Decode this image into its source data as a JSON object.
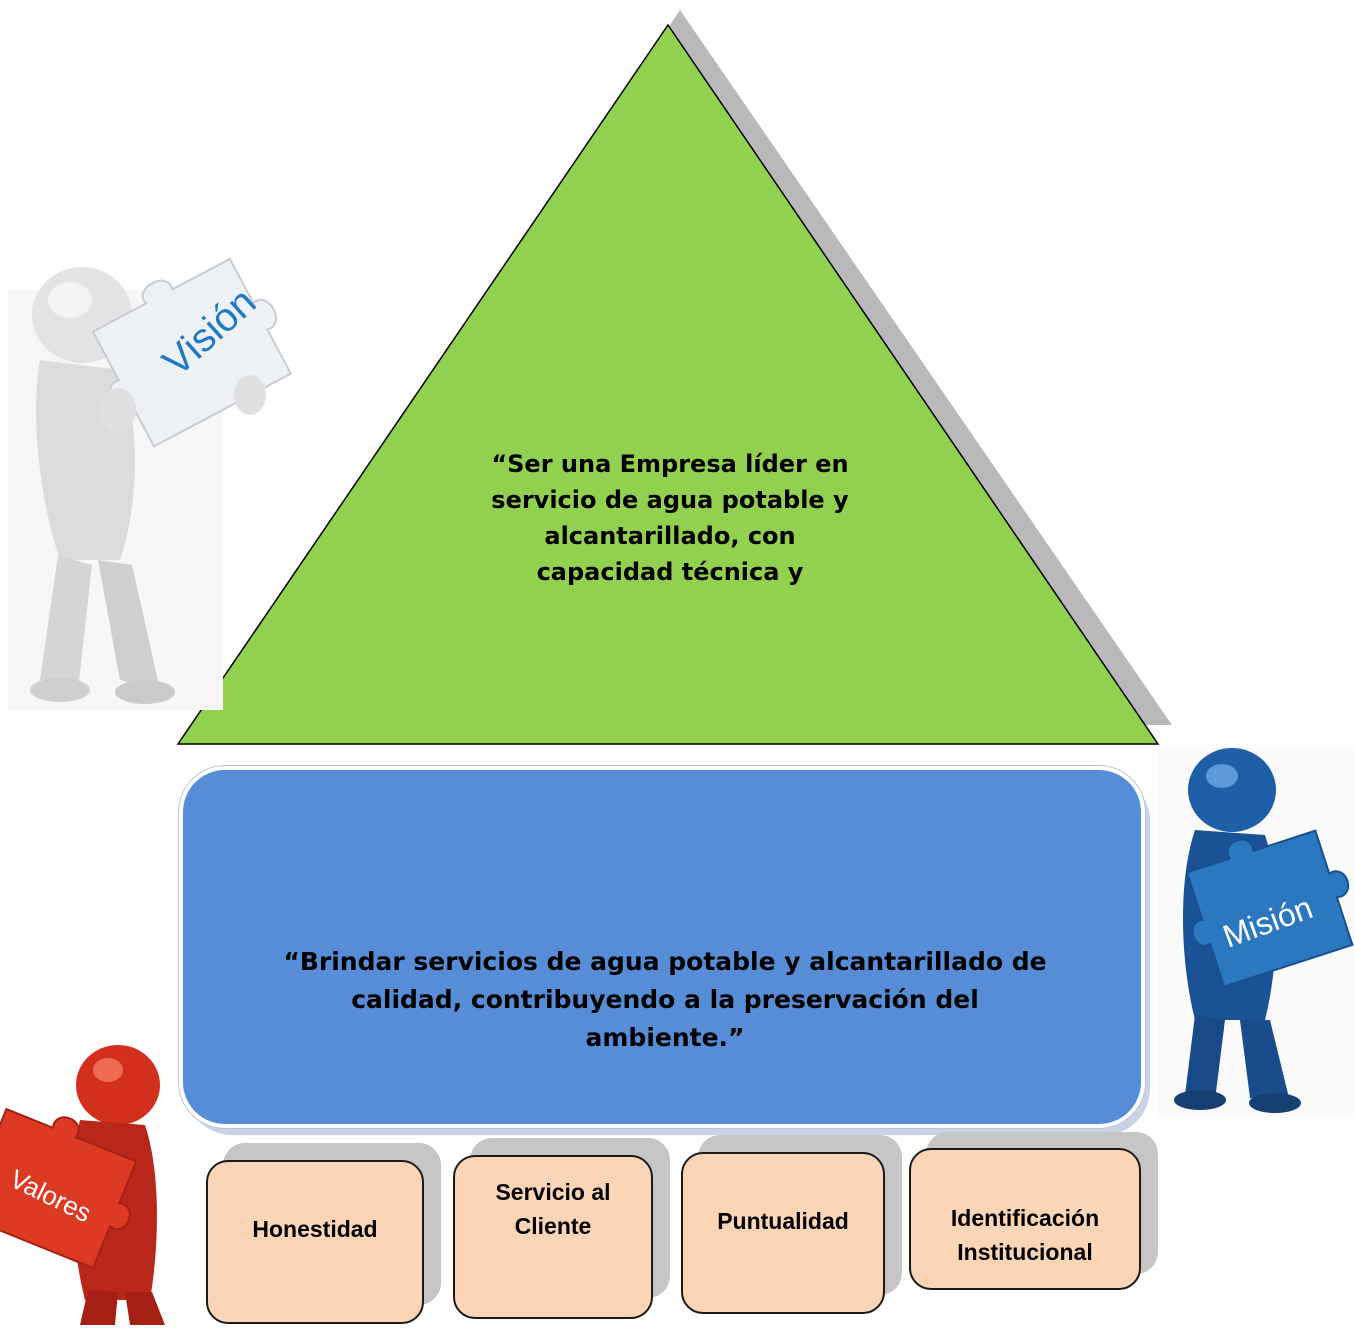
{
  "vision": {
    "figure_label": "Visión",
    "lines": [
      "“Ser una Empresa líder en",
      "servicio de agua potable y",
      "alcantarillado, con",
      "capacidad técnica y"
    ]
  },
  "mission": {
    "figure_label": "Misión",
    "lines": [
      "“Brindar servicios de agua potable y alcantarillado de",
      "calidad, contribuyendo a la preservación del",
      "ambiente.”"
    ]
  },
  "values": {
    "figure_label": "Valores",
    "items": [
      {
        "lines": [
          "Honestidad"
        ]
      },
      {
        "lines": [
          "Servicio al",
          "Cliente"
        ]
      },
      {
        "lines": [
          "Puntualidad"
        ]
      },
      {
        "lines": [
          "Identificación",
          "Institucional"
        ]
      }
    ]
  },
  "colors": {
    "triangle": "#92d050",
    "mission_box": "#568dd6",
    "value_box": "#fbd5b5",
    "vision_figure": "#e6e6e6",
    "mission_figure": "#1f5fa8",
    "values_figure": "#d2301c"
  }
}
